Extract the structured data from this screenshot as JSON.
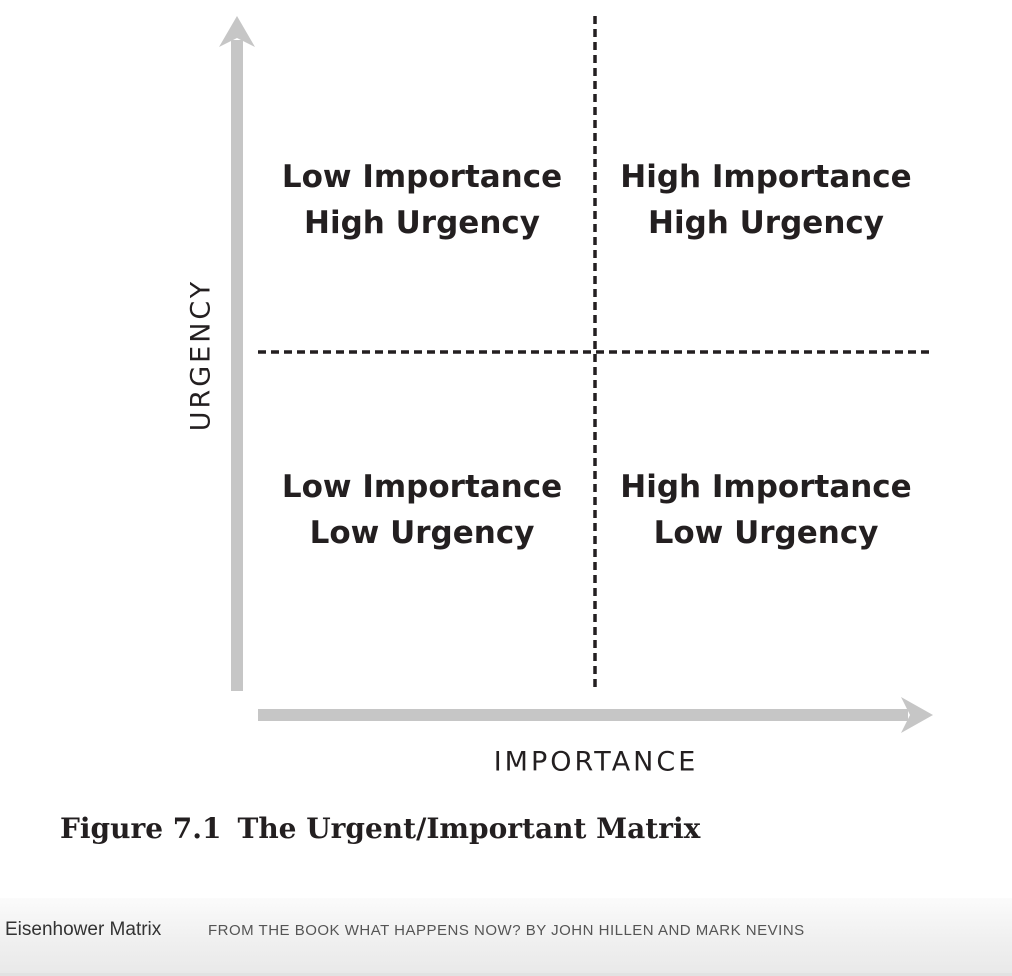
{
  "matrix": {
    "quadrants": [
      {
        "position": "top-left",
        "line1": "Low Importance",
        "line2": "High Urgency"
      },
      {
        "position": "top-right",
        "line1": "High Importance",
        "line2": "High Urgency"
      },
      {
        "position": "bottom-left",
        "line1": "Low Importance",
        "line2": "Low Urgency"
      },
      {
        "position": "bottom-right",
        "line1": "High Importance",
        "line2": "Low Urgency"
      }
    ],
    "y_axis_label": "URGENCY",
    "x_axis_label": "IMPORTANCE",
    "axis_color": "#c6c6c6",
    "divider_color": "#231f20"
  },
  "figure": {
    "number": "Figure 7.1",
    "title": "The Urgent/Important Matrix"
  },
  "caption": {
    "title": "Eisenhower Matrix",
    "credit": "FROM THE BOOK WHAT HAPPENS NOW? BY JOHN HILLEN AND MARK NEVINS"
  }
}
